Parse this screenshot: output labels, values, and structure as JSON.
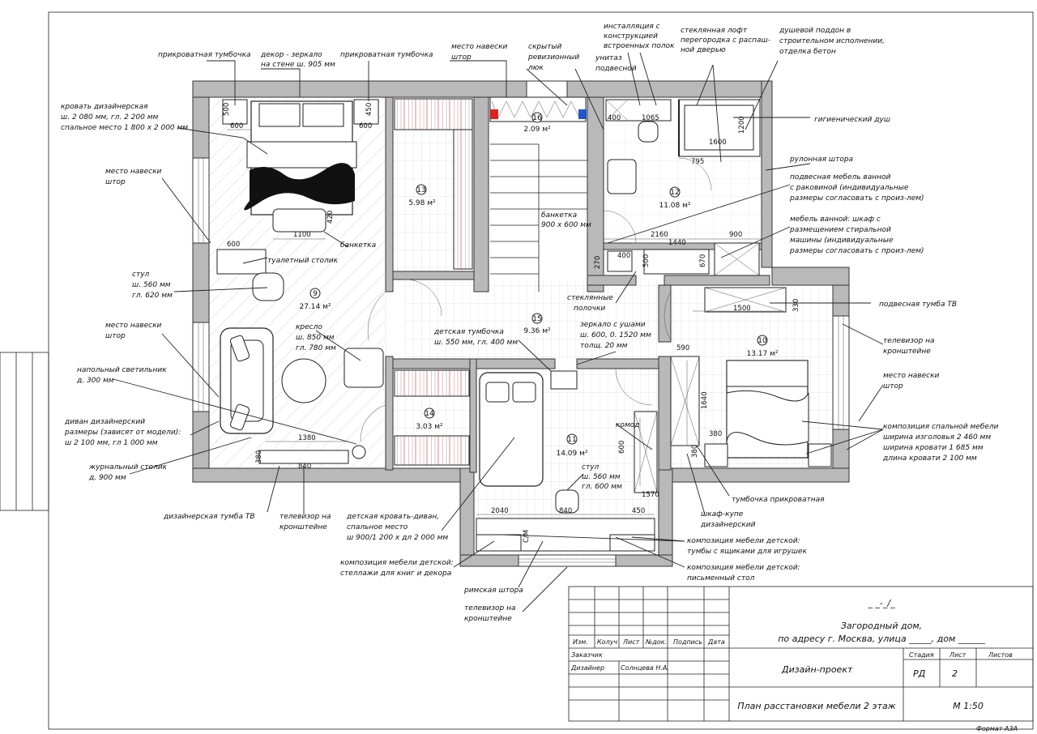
{
  "plan": {
    "rooms": [
      {
        "no": "9",
        "area": "27.14 м²"
      },
      {
        "no": "10",
        "area": "13.17 м²"
      },
      {
        "no": "11",
        "area": "14.09 м²"
      },
      {
        "no": "12",
        "area": "11.08 м²"
      },
      {
        "no": "13",
        "area": "5.98 м²"
      },
      {
        "no": "14",
        "area": "3.03 м²"
      },
      {
        "no": "15",
        "area": "9.36 м²"
      },
      {
        "no": "16",
        "area": "2.09 м²"
      }
    ],
    "dimensions": [
      "600",
      "1100",
      "420",
      "450",
      "600",
      "600",
      "500",
      "400",
      "1065",
      "1600",
      "795",
      "1200",
      "2160",
      "1440",
      "900",
      "400",
      "500",
      "670",
      "270",
      "1500",
      "330",
      "590",
      "1640",
      "380",
      "380",
      "1380",
      "380",
      "840",
      "2040",
      "840",
      "450",
      "1570",
      "600",
      "С/М"
    ],
    "labels": {
      "bedside_left": "прикроватная тумбочка",
      "mirror": [
        "декор - зеркало",
        "на стене ш. 905 мм"
      ],
      "bedside_right": "прикроватная тумбочка",
      "curtain_top": [
        "место навески",
        "штор"
      ],
      "hidden_hatch": [
        "скрытый",
        "ревизионный",
        "люк"
      ],
      "installation": [
        "инсталляция с",
        "конструкцией",
        "встроенных полок"
      ],
      "toilet": [
        "унитаз",
        "подвесной"
      ],
      "glass_loft": [
        "стеклянная лофт",
        "перегородка с распаш-",
        "ной дверью"
      ],
      "shower_tray": [
        "душевой поддон в",
        "строительном исполнении,",
        "отделка бетон"
      ],
      "bed_designer": [
        "кровать дизайнерская",
        "ш. 2 080 мм, гл. 2 200 мм",
        "спальное место 1 800 х 2 000 мм"
      ],
      "curtain_left1": [
        "место навески",
        "штор"
      ],
      "hygienic_shower": "гигиенический душ",
      "roller_blind": "рулонная штора",
      "bath_furniture": [
        "подвесная мебель ванной",
        "с раковиной (индивидуальные",
        "размеры согласовать с произ-лем)"
      ],
      "bench_center": [
        "банкетка",
        "900 х 600 мм"
      ],
      "bath_wardrobe": [
        "мебель ванной: шкаф с",
        "размещением стиральной",
        "машины (индивидуальные",
        "размеры согласовать с произ-лем)"
      ],
      "bench_bedroom": "банкетка",
      "dressing_table": "туалетный столик",
      "chair_left": [
        "стул",
        "ш. 560 мм",
        "гл. 620 мм"
      ],
      "glass_shelves": [
        "стеклянные",
        "полочки"
      ],
      "tv_stand_hang": "подвесная тумба ТВ",
      "armchair": [
        "кресло",
        "ш. 850 мм",
        "гл. 780 мм"
      ],
      "curtain_left2": [
        "место навески",
        "штор"
      ],
      "kids_nightstand": [
        "детская тумбочка",
        "ш. 550 мм, гл. 400 мм"
      ],
      "mirror_ears": [
        "зеркало с ушами",
        "ш. 600, 0. 1520 мм",
        "толщ. 20 мм"
      ],
      "tv_bracket_right": [
        "телевизор на",
        "кронштейне"
      ],
      "floor_lamp": [
        "напольный светильник",
        "д. 300 мм"
      ],
      "curtain_right": [
        "место навески",
        "штор"
      ],
      "sofa": [
        "диван дизайнерский",
        "размеры (зависят от модели):",
        "ш 2 100 мм, гл 1 000 мм"
      ],
      "dresser": "комод",
      "bedroom_set": [
        "композиция спальной мебели",
        "ширина изголовья 2 460 мм",
        "ширина кровати 1 685 мм",
        "длина кровати 2 100 мм"
      ],
      "coffee_table": [
        "журнальный столик",
        "д. 900 мм"
      ],
      "chair_kids": [
        "стул",
        "ш. 560 мм",
        "гл. 600 мм"
      ],
      "tv_stand_designer": "дизайнерская тумба ТВ",
      "tv_bracket_left": [
        "телевизор на",
        "кронштейне"
      ],
      "kids_bed": [
        "детская кровать-диван,",
        "спальное место",
        "ш 900/1 200 х дл 2 000 мм"
      ],
      "nightstand_bedside": "тумбочка прикроватная",
      "wardrobe_coupe": [
        "шкаф-купе",
        "дизайнерский"
      ],
      "kids_furniture1": [
        "композиция мебели детской:",
        "тумбы с ящиками для игрушек"
      ],
      "kids_furniture2": [
        "композиция мебели детской:",
        "стеллажи для книг и декора"
      ],
      "kids_furniture3": [
        "композиция мебели детской:",
        "письменный стол"
      ],
      "roman_blind": "римская штора",
      "tv_bracket_bottom": [
        "телевизор на",
        "кронштейне"
      ]
    }
  },
  "title_block": {
    "code": "_ _-_/_",
    "project_title": [
      "Загородный дом,",
      "по адресу г. Москва, улица _____, дом ______"
    ],
    "headers": [
      "Изм.",
      "Колуч",
      "Лист",
      "№док.",
      "Подпись",
      "Дата"
    ],
    "customer_label": "Заказчик",
    "designer_label": "Дизайнер",
    "designer_name": "Солнцева Н.А.",
    "project_type": "Дизайн-проект",
    "stage_header": "Стадия",
    "sheet_header": "Лист",
    "sheets_header": "Листов",
    "stage": "РД",
    "sheet": "2",
    "sheets": "",
    "drawing_title": "План расстановки мебели 2 этаж",
    "scale": "М 1:50",
    "format": "Формат А3А"
  }
}
